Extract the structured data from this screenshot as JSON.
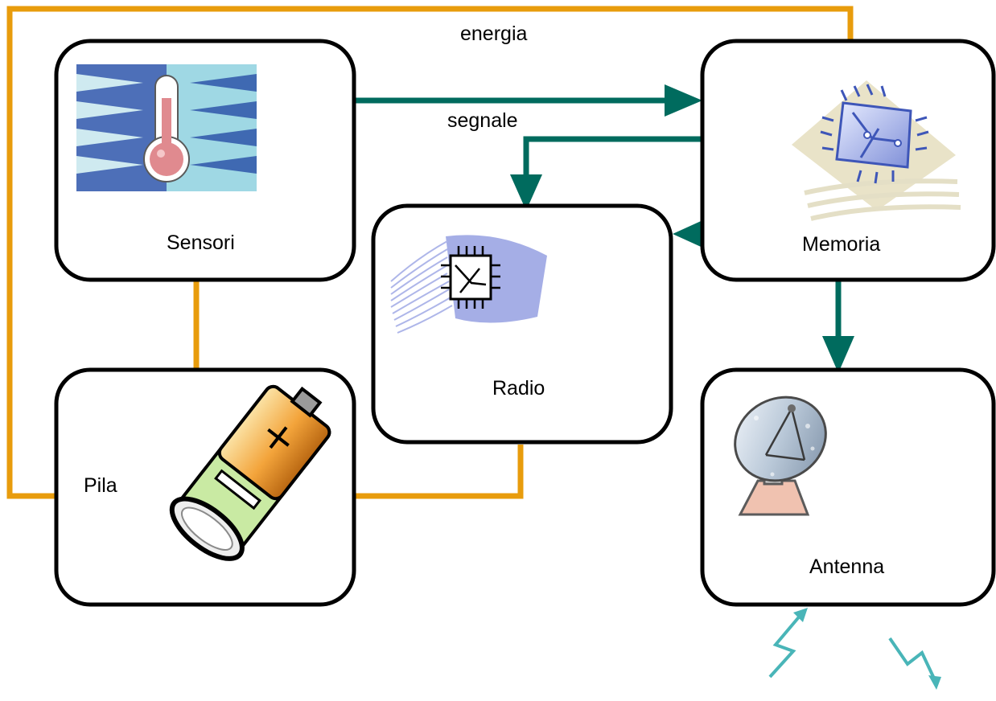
{
  "colors": {
    "energy": "#E89C0C",
    "signal": "#006B5E",
    "box_border": "#000000",
    "background": "#ffffff"
  },
  "labels": {
    "energia": "energia",
    "segnale": "segnale"
  },
  "nodes": {
    "sensori": {
      "label": "Sensori",
      "icon": "thermometer-icon"
    },
    "memoria": {
      "label": "Memoria",
      "icon": "memory-chip-icon"
    },
    "radio": {
      "label": "Radio",
      "icon": "radio-chip-icon"
    },
    "pila": {
      "label": "Pila",
      "icon": "battery-icon"
    },
    "antenna": {
      "label": "Antenna",
      "icon": "satellite-dish-icon"
    }
  },
  "signal_icons": [
    "lightning-up-icon",
    "lightning-down-icon"
  ]
}
